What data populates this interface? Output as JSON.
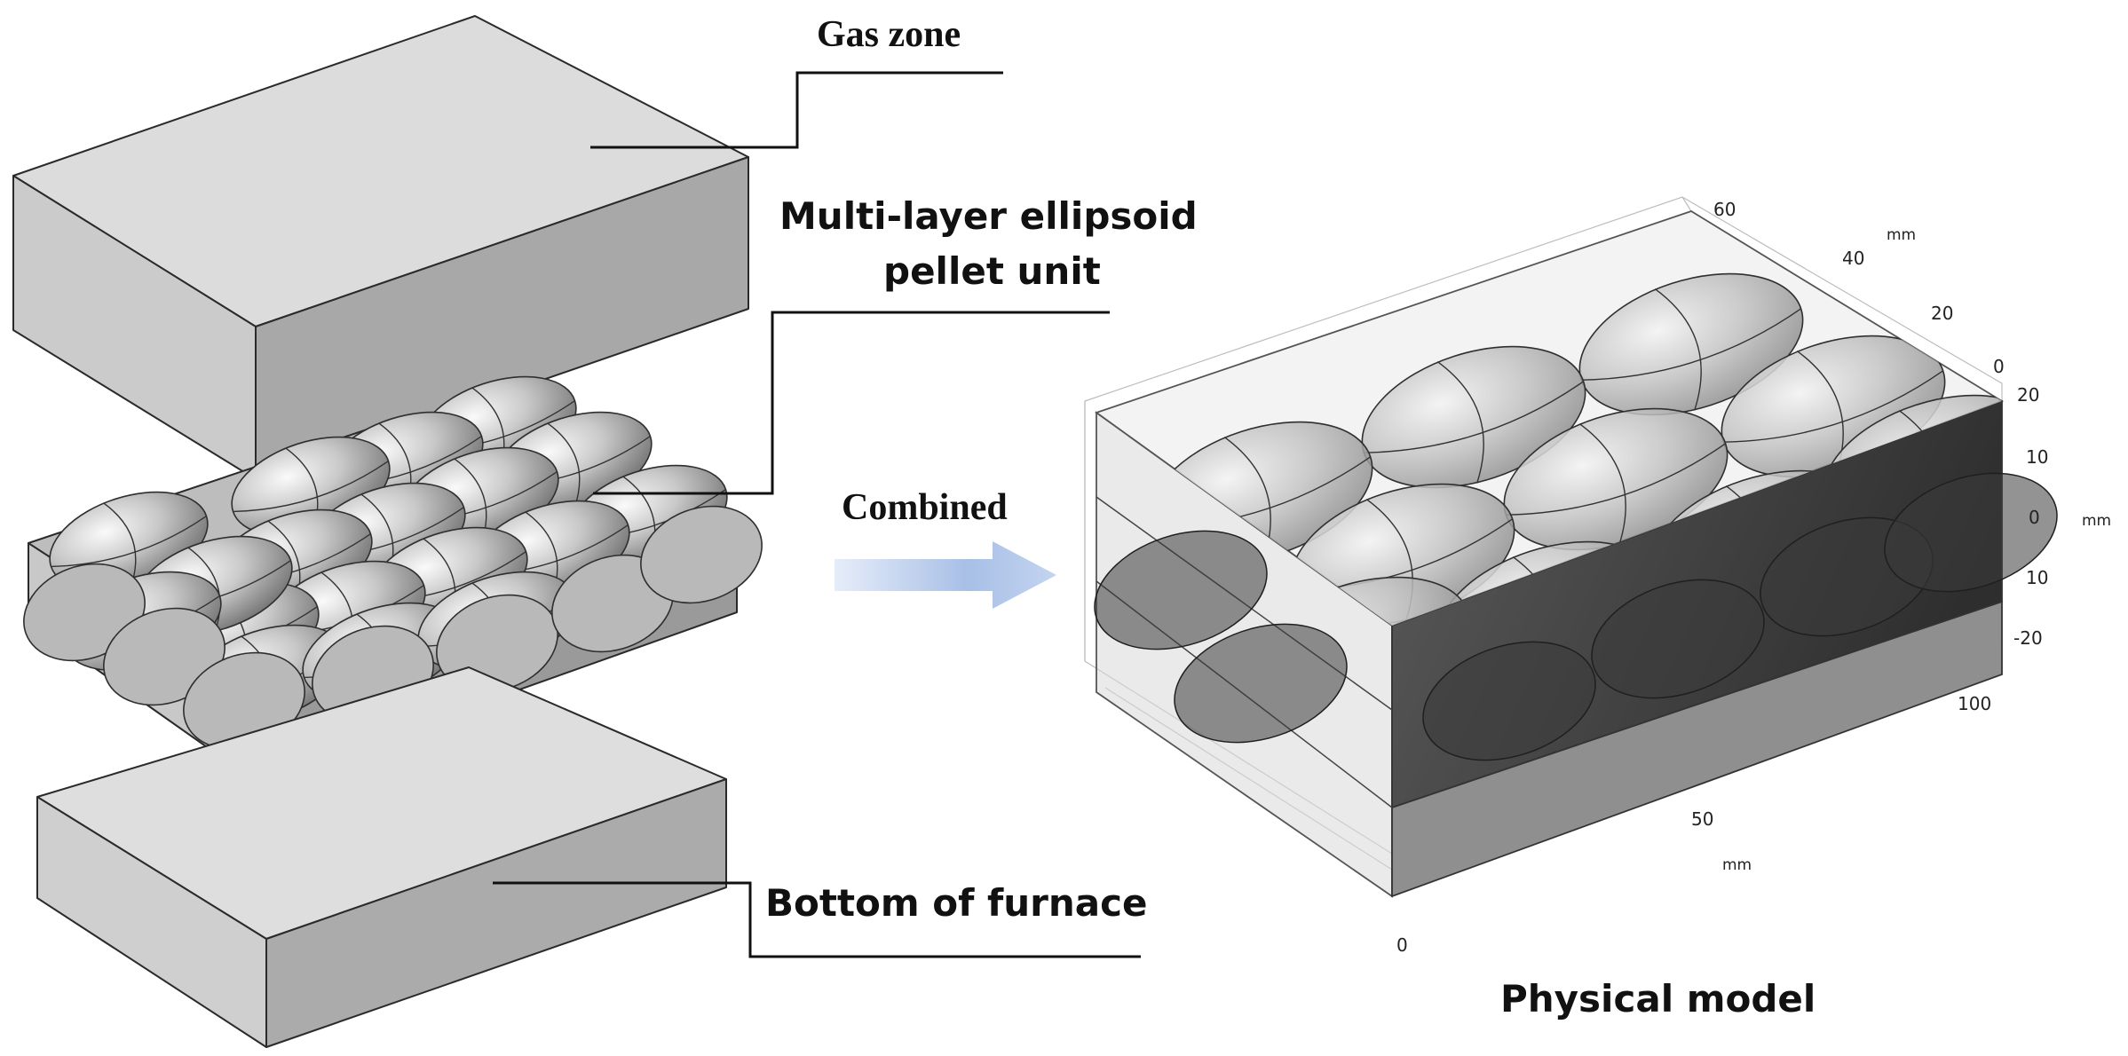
{
  "labels": {
    "gas_zone": "Gas zone",
    "pellet_unit_line1": "Multi-layer ellipsoid",
    "pellet_unit_line2": "pellet unit",
    "bottom": "Bottom of furnace",
    "combined": "Combined",
    "physical_model": "Physical model"
  },
  "axes": {
    "y_ticks": [
      "60",
      "40",
      "20",
      "0"
    ],
    "y_unit": "mm",
    "z_ticks": [
      "20",
      "10",
      "0",
      "10",
      "-20"
    ],
    "z_unit": "mm",
    "x_ticks": [
      "100",
      "50",
      "0"
    ],
    "x_unit": "mm"
  },
  "colors": {
    "box_top": "#dedede",
    "box_front": "#cfcfcf",
    "box_side": "#a9a9a9",
    "arrow_light": "#dfe8f7",
    "arrow_dark": "#9ab3e0"
  }
}
